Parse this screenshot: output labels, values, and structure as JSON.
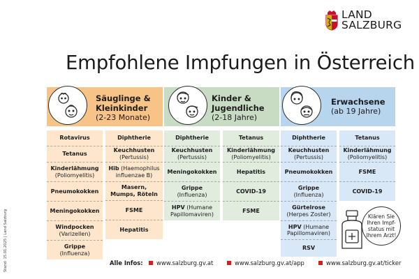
{
  "logo": {
    "line1": "LAND",
    "line2": "SALZBURG"
  },
  "title": "Empfohlene Impfungen in Österreich",
  "stand": "Stand: 15.01.2025 | Land Salzburg",
  "groups": [
    {
      "title1": "Säuglinge &",
      "title2": "Kleinkinder",
      "sub": "(2-23 Monate)"
    },
    {
      "title1": "Kinder &",
      "title2": "Jugendliche",
      "sub": "(2-18 Jahre)"
    },
    {
      "title1": "Erwachsene",
      "title2": "",
      "sub": "(ab 19 Jahre)"
    }
  ],
  "columns": [
    [
      {
        "name": "Rotavirus",
        "note": ""
      },
      {
        "name": "Tetanus",
        "note": ""
      },
      {
        "name": "Kinderlähmung",
        "note": "(Poliomyelitis)"
      },
      {
        "name": "Pneumokokken",
        "note": ""
      },
      {
        "name": "Meningokokken",
        "note": ""
      },
      {
        "name": "Windpocken",
        "note": "(Varizellen)"
      },
      {
        "name": "Grippe",
        "note": "(Influenza)"
      }
    ],
    [
      {
        "name": "Diphtherie",
        "note": ""
      },
      {
        "name": "Keuchhusten",
        "note": "(Pertussis)"
      },
      {
        "name": "Hib",
        "note": "(Haemophilus influenzae B)"
      },
      {
        "name": "Masern, Mumps, Röteln",
        "note": ""
      },
      {
        "name": "FSME",
        "note": ""
      },
      {
        "name": "Hepatitis",
        "note": ""
      }
    ],
    [
      {
        "name": "Diphtherie",
        "note": ""
      },
      {
        "name": "Keuchhusten",
        "note": "(Pertussis)"
      },
      {
        "name": "Meningokokken",
        "note": ""
      },
      {
        "name": "Grippe",
        "note": "(Influenza)"
      },
      {
        "name": "HPV",
        "note": "(Humane Papillomaviren)"
      }
    ],
    [
      {
        "name": "Tetanus",
        "note": ""
      },
      {
        "name": "Kinderlähmung",
        "note": "(Poliomyelitis)"
      },
      {
        "name": "Hepatitis",
        "note": ""
      },
      {
        "name": "COVID-19",
        "note": ""
      },
      {
        "name": "FSME",
        "note": ""
      }
    ],
    [
      {
        "name": "Diphtherie",
        "note": ""
      },
      {
        "name": "Keuchhusten",
        "note": "(Pertussis)"
      },
      {
        "name": "Pneumokokken",
        "note": ""
      },
      {
        "name": "Grippe",
        "note": "(Influenza)"
      },
      {
        "name": "Gürtelrose",
        "note": "(Herpes Zoster)"
      },
      {
        "name": "HPV",
        "note": "(Humane Papillomaviren)"
      },
      {
        "name": "RSV",
        "note": ""
      }
    ],
    [
      {
        "name": "Tetanus",
        "note": ""
      },
      {
        "name": "Kinderlähmung",
        "note": "(Poliomyelitis)"
      },
      {
        "name": "FSME",
        "note": ""
      },
      {
        "name": "COVID-19",
        "note": ""
      }
    ]
  ],
  "bubble": "Klären Sie Ihren Impf-status mit Ihrem Arzt!",
  "footer": {
    "label": "Alle Infos:",
    "links": [
      "www.salzburg.gv.at",
      "www.salzburg.gv.at/app",
      "www.salzburg.gv.at/ticker"
    ]
  },
  "colors": {
    "orange": "#f8c387",
    "green": "#c7dcc3",
    "blue": "#b8d5ee",
    "red": "#d3201c"
  },
  "icons": [
    "coat-of-arms-icon",
    "baby-face-icon",
    "child-face-icon",
    "adult-face-icon",
    "vaccine-bottle-icon"
  ]
}
